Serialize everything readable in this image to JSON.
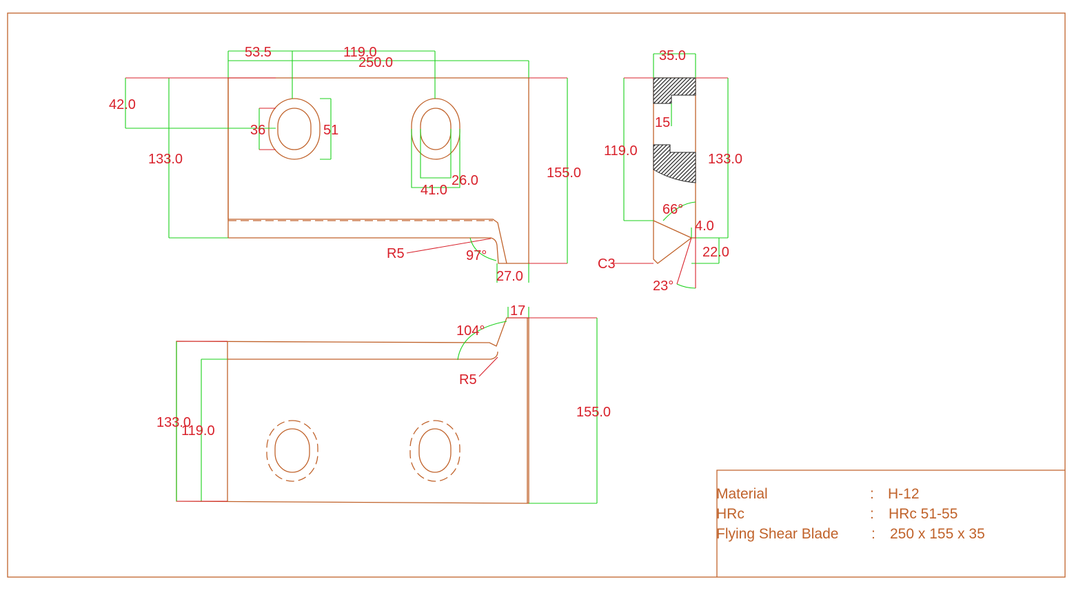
{
  "sheet": {
    "front_view": {
      "dims": {
        "d53_5": "53.5",
        "d119": "119.0",
        "d250": "250.0",
        "d42": "42.0",
        "d36": "36",
        "d51": "51",
        "d133": "133.0",
        "d155": "155.0",
        "d41": "41.0",
        "d26": "26.0",
        "r5": "R5",
        "a97": "97°",
        "d27": "27.0"
      }
    },
    "side_view": {
      "dims": {
        "d35": "35.0",
        "d15": "15",
        "d119": "119.0",
        "d133": "133.0",
        "a66": "66°",
        "d4": "4.0",
        "d22": "22.0",
        "c3": "C3",
        "a23": "23°"
      }
    },
    "bottom_view": {
      "dims": {
        "d17": "17",
        "a104": "104°",
        "r5": "R5",
        "d133": "133.0",
        "d119": "119.0",
        "d155": "155.0"
      }
    },
    "title_block": {
      "rows": [
        {
          "label": "Material",
          "sep": ":",
          "value": "H-12"
        },
        {
          "label": "HRc",
          "sep": ":",
          "value": "HRc 51-55"
        },
        {
          "label": "Flying Shear Blade",
          "sep": ":",
          "value": "250 x 155 x 35"
        }
      ]
    },
    "colors": {
      "object_line": "#c0622a",
      "dimension_line": "#19d019",
      "leader_line": "#d8202a",
      "dimension_text": "#d8202a"
    }
  }
}
